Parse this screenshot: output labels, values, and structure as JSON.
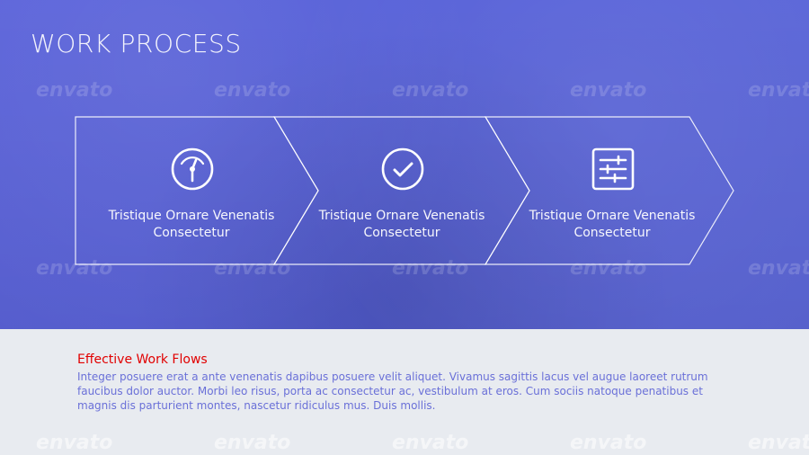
{
  "slide": {
    "title": "WORK PROCESS",
    "steps": [
      {
        "icon": "gauge-icon",
        "label": "Tristique Ornare Venenatis Consectetur"
      },
      {
        "icon": "check-circle-icon",
        "label": "Tristique Ornare Venenatis Consectetur"
      },
      {
        "icon": "sliders-icon",
        "label": "Tristique Ornare Venenatis Consectetur"
      }
    ],
    "section": {
      "heading": "Effective Work Flows",
      "paragraph": "Integer posuere erat a ante venenatis dapibus posuere velit aliquet. Vivamus sagittis lacus vel augue laoreet rutrum faucibus dolor auctor. Morbi leo risus, porta ac consectetur ac, vestibulum at eros. Cum sociis natoque penatibus et magnis dis parturient montes, nascetur ridiculus mus. Duis mollis."
    },
    "watermark_text": "envato"
  },
  "colors": {
    "hero_bg": "#5a63d9",
    "accent_red": "#e10000",
    "body_text": "#6a70d8",
    "outline": "#ffffff"
  }
}
